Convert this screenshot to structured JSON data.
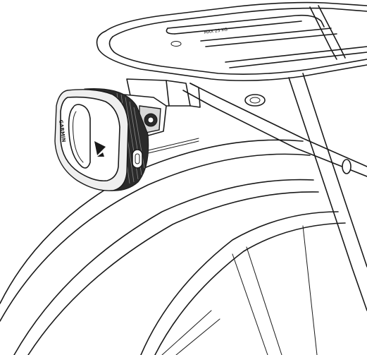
{
  "illustration": {
    "subject": "bike-radar-mounted-under-rear-rack",
    "device_brand": "GARMIN",
    "rack_label": "MAX 25 KG"
  }
}
